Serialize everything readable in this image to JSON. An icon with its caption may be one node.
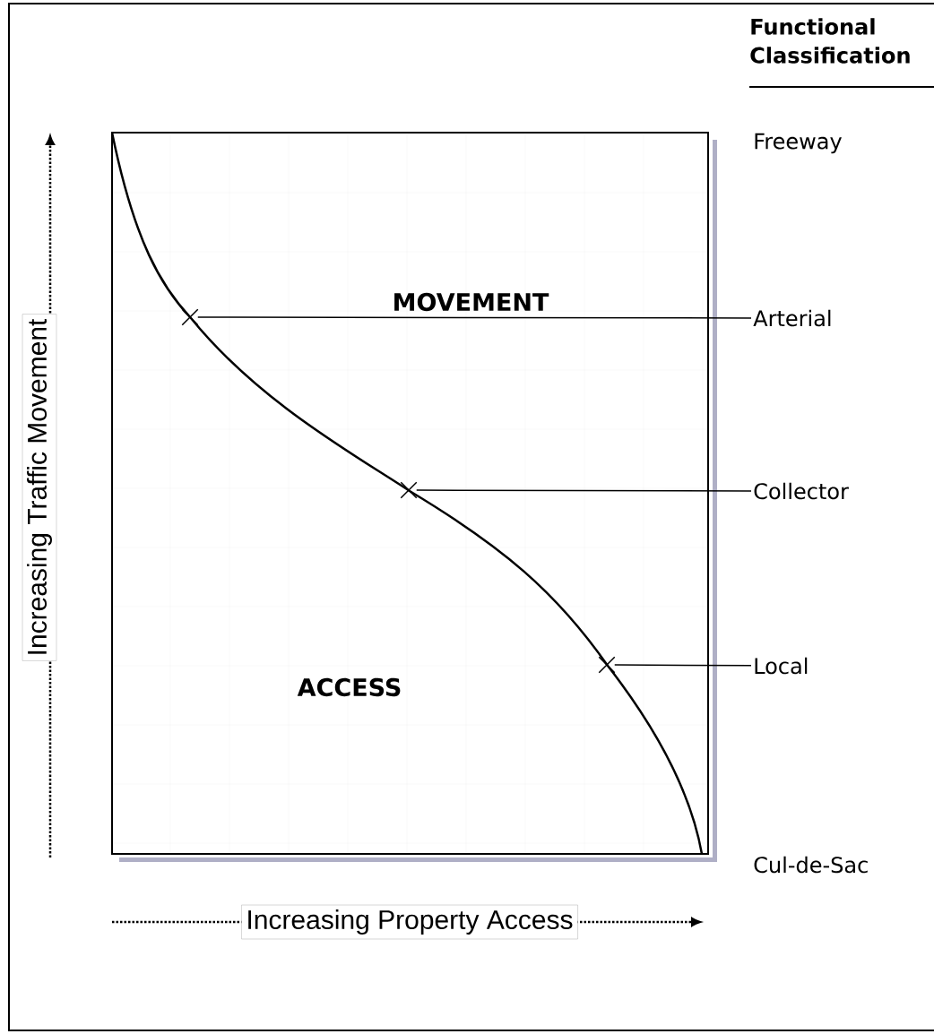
{
  "diagram": {
    "title": "Functional Classification",
    "nodes": [
      {
        "text": [
          "Increasing Traffic Movement"
        ]
      },
      {
        "text": [
          "MOVEMENT",
          "ACCESS"
        ]
      },
      {
        "text": [],
        "shape": "cross",
        "in": 1
      },
      {
        "text": [],
        "shape": "cross",
        "in": 1
      },
      {
        "text": [],
        "shape": "cross",
        "in": 1
      },
      {
        "text": [
          "Arterial"
        ]
      },
      {
        "text": [
          "Collector"
        ]
      },
      {
        "text": [
          "Local"
        ]
      },
      {
        "text": [
          "Increasing Property Access"
        ]
      }
    ],
    "edges": [
      {
        "from": 5,
        "to": 2,
        "arrow": "none"
      },
      {
        "from": 6,
        "to": 3,
        "arrow": "none"
      },
      {
        "from": 7,
        "to": 4,
        "arrow": "none"
      }
    ],
    "labels": [
      "Freeway",
      "Cul-de-Sac"
    ]
  }
}
